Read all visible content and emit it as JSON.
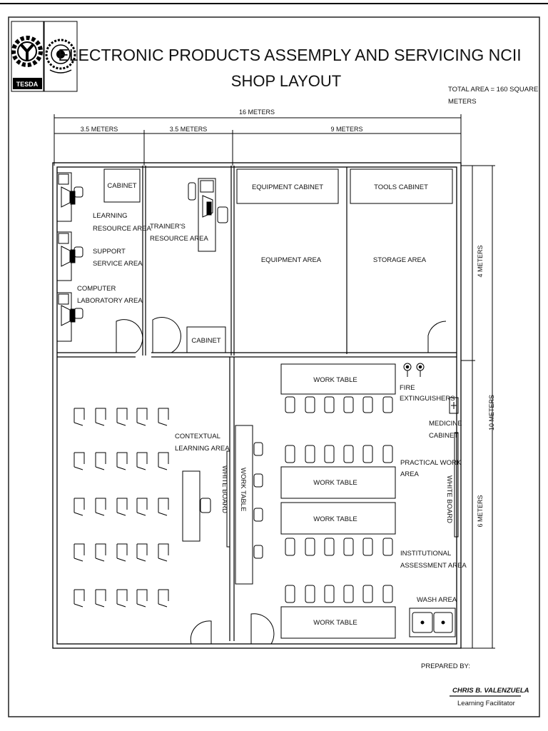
{
  "title": {
    "line1": "ELECTRONIC PRODUCTS ASSEMPLY AND SERVICING NCII",
    "line2": "SHOP LAYOUT"
  },
  "logo": {
    "text": "TESDA"
  },
  "total_area": {
    "line1": "TOTAL AREA = 160 SQUARE",
    "line2": "METERS"
  },
  "dimensions": {
    "total_width": "16 METERS",
    "seg1": "3.5 METERS",
    "seg2": "3.5 METERS",
    "seg3": "9 METERS",
    "upper_height": "4  METERS",
    "total_height": "10  METERS",
    "lower_height": "6  METERS"
  },
  "labels": {
    "cabinet_top": "CABINET",
    "learning_resource_1": "LEARNING",
    "learning_resource_2": "RESOURCE AREA",
    "support_service_1": "SUPPORT",
    "support_service_2": "SERVICE AREA",
    "computer_lab_1": "COMPUTER",
    "computer_lab_2": "LABORATORY AREA",
    "trainers_1": "TRAINER'S",
    "trainers_2": "RESOURCE AREA",
    "cabinet_bottom": "CABINET",
    "equipment_cabinet": "EQUIPMENT CABINET",
    "tools_cabinet": "TOOLS CABINET",
    "equipment_area": "EQUIPMENT AREA",
    "storage_area": "STORAGE AREA",
    "work_table_1": "WORK TABLE",
    "work_table_2": "WORK TABLE",
    "work_table_3": "WORK TABLE",
    "work_table_4": "WORK TABLE",
    "work_table_vertical": "WORK TABLE",
    "fire_ext_1": "FIRE",
    "fire_ext_2": "EXTINGUISHERS",
    "medicine_1": "MEDICINE",
    "medicine_2": "CABINET",
    "contextual_1": "CONTEXTUAL",
    "contextual_2": "LEARNING AREA",
    "white_board_left": "WHITE BOARD",
    "white_board_right": "WHITE BOARD",
    "practical_1": "PRACTICAL WORK",
    "practical_2": "AREA",
    "institutional_1": "INSTITUTIONAL",
    "institutional_2": "ASSESSMENT AREA",
    "wash_area": "WASH AREA"
  },
  "prepared": {
    "label": "PREPARED BY:",
    "name": "CHRIS B. VALENZUELA",
    "role": "Learning Facilitator"
  }
}
